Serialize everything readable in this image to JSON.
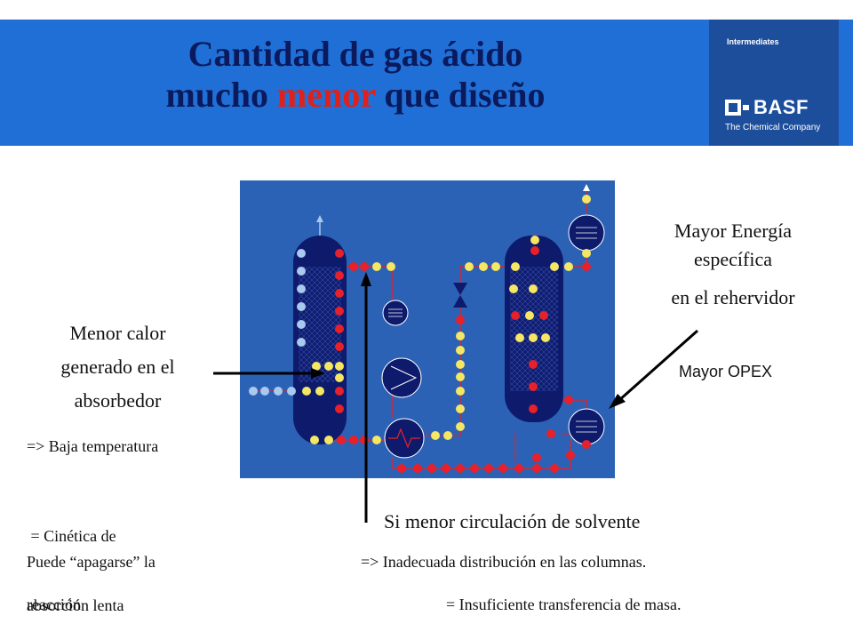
{
  "slide": {
    "title_line1": "Cantidad de gas ácido",
    "title_line2_pre": "mucho ",
    "title_line2_highlight": "menor",
    "title_line2_post": " que diseño",
    "highlight_color": "#e0201b"
  },
  "brand": {
    "division": "Intermediates",
    "logo_text": "BASF",
    "tagline": "The Chemical Company"
  },
  "annotations": {
    "energy_line1": "Mayor Energía",
    "energy_line2": "específica",
    "energy_line3": "en el rehervidor",
    "opex": "Mayor OPEX",
    "heat_line1": "Menor calor",
    "heat_line2": "generado en el",
    "heat_line3": "absorbedor",
    "low_temp": "=> Baja temperatura",
    "kinetics_line1": " = Cinética de",
    "kinetics_line2": "absorción lenta",
    "quench_line1": "Puede “apagarse” la",
    "quench_line2": "reacción",
    "circulation": "Si menor circulación de solvente",
    "distribution": "=> Inadecuada distribución en las columnas.",
    "mass_transfer": "= Insuficiente transferencia de masa."
  },
  "diagram_colors": {
    "background": "#2b62b5",
    "vessel": "#0e1a6b",
    "lean_dot": "#f5e663",
    "rich_dot": "#e8202a",
    "gas_dot": "#a9c9ee"
  }
}
